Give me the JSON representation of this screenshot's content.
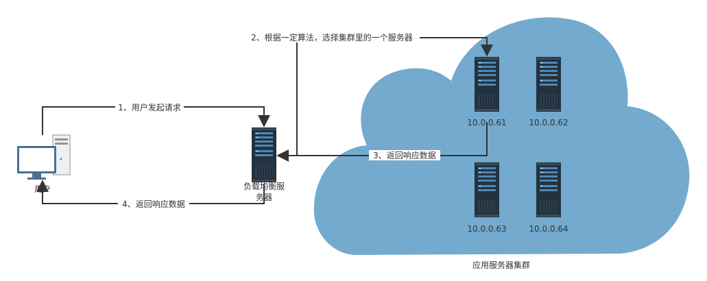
{
  "colors": {
    "cloud_fill": "#73aacd",
    "server_dark": "#23323f",
    "server_slot": "#4f88b4",
    "line": "#333333",
    "monitor_border": "#4c6e91",
    "monitor_screen": "#ffffff"
  },
  "nodes": {
    "user": {
      "label": "用户",
      "icon": "desktop-computer-icon"
    },
    "lb": {
      "label_line1": "负载均衡服",
      "label_line2": "务器",
      "icon": "server-tower-icon"
    },
    "servers": [
      {
        "label": "10.0.0.61",
        "icon": "server-rack-icon"
      },
      {
        "label": "10.0.0.62",
        "icon": "server-rack-icon"
      },
      {
        "label": "10.0.0.63",
        "icon": "server-rack-icon"
      },
      {
        "label": "10.0.0.64",
        "icon": "server-rack-icon"
      }
    ],
    "cloud": {
      "label": "应用服务器集群",
      "icon": "cloud-shape"
    }
  },
  "edges": {
    "e1": "1、用户发起请求",
    "e2": "2、根据一定算法，选择集群里的一个服务器",
    "e3": "3、返回响应数据",
    "e4": "4、返回响应数据"
  }
}
